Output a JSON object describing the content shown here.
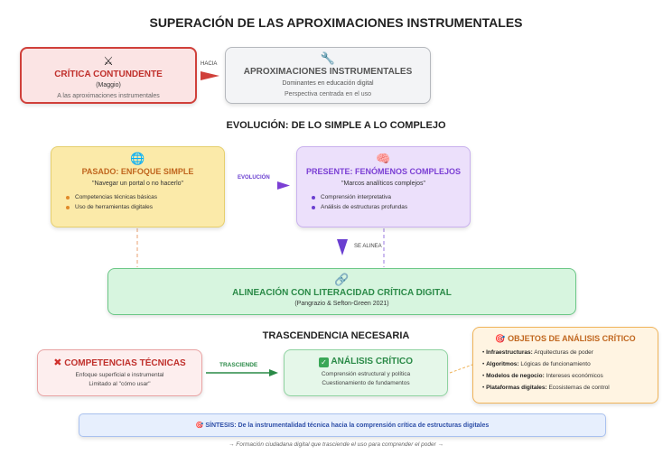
{
  "title": "SUPERACIÓN DE LAS APROXIMACIONES INSTRUMENTALES",
  "top": {
    "critica": {
      "icon": "crossed-swords-icon",
      "title": "CRÍTICA CONTUNDENTE",
      "author": "(Maggio)",
      "note": "A las aproximaciones instrumentales"
    },
    "connector": "HACIA",
    "aproximaciones": {
      "icon": "wrench-icon",
      "title": "APROXIMACIONES INSTRUMENTALES",
      "line1": "Dominantes en educación digital",
      "line2": "Perspectiva centrada en el uso"
    }
  },
  "evolution": {
    "title": "EVOLUCIÓN: DE LO SIMPLE A LO COMPLEJO",
    "connector": "EVOLUCIÓN",
    "pasado": {
      "icon": "globe-icon",
      "title": "PASADO: ENFOQUE SIMPLE",
      "quote": "\"Navegar un portal o no hacerlo\"",
      "items": [
        "Competencias técnicas básicas",
        "Uso de herramientas digitales"
      ]
    },
    "presente": {
      "icon": "brain-icon",
      "title": "PRESENTE: FENÓMENOS COMPLEJOS",
      "quote": "\"Marcos analíticos complejos\"",
      "items": [
        "Comprensión interpretativa",
        "Análisis de estructuras profundas"
      ]
    },
    "align_label": "SE ALINEA"
  },
  "alineacion": {
    "icon": "link-icon",
    "title": "ALINEACIÓN CON LITERACIDAD CRÍTICA DIGITAL",
    "source": "(Pangrazio & Sefton-Green 2021)"
  },
  "trascendencia": {
    "title": "TRASCENDENCIA NECESARIA",
    "connector": "TRASCIENDE",
    "competencias": {
      "icon": "cross-mark-icon",
      "title": "COMPETENCIAS TÉCNICAS",
      "line1": "Enfoque superficial e instrumental",
      "line2": "Limitado al \"cómo usar\""
    },
    "analisis": {
      "icon": "check-mark-icon",
      "title": "ANÁLISIS CRÍTICO",
      "line1": "Comprensión estructural y política",
      "line2": "Cuestionamiento de fundamentos"
    },
    "objetos": {
      "icon": "target-icon",
      "title": "OBJETOS DE ANÁLISIS CRÍTICO",
      "rows": [
        {
          "term": "Infraestructuras:",
          "desc": "Arquitecturas de poder"
        },
        {
          "term": "Algoritmos:",
          "desc": "Lógicas de funcionamiento"
        },
        {
          "term": "Modelos de negocio:",
          "desc": "Intereses económicos"
        },
        {
          "term": "Plataformas digitales:",
          "desc": "Ecosistemas de control"
        }
      ]
    }
  },
  "sintesis": {
    "icon": "target-icon",
    "text": "SÍNTESIS: De la instrumentalidad técnica hacia la comprensión crítica de estructuras digitales"
  },
  "footnote": "→ Formación ciudadana digital que trasciende el uso para comprender el poder →",
  "colors": {
    "red": "#d0403a",
    "gray": "#b5b8bd",
    "yellow": "#fbeaa9",
    "purple": "#7b3fd4",
    "green": "#2a8a47",
    "orange": "#f0b45a",
    "blue": "#2e4fa8"
  }
}
